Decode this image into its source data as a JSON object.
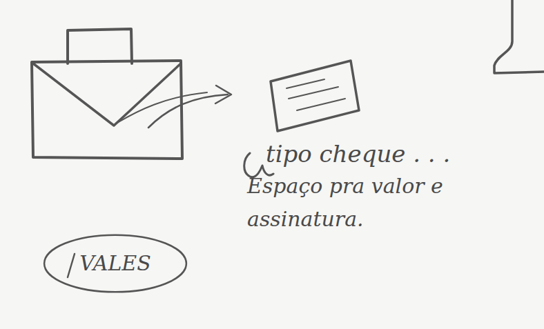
{
  "diagram": {
    "nodes": [
      {
        "text": [
          "VALES"
        ]
      }
    ],
    "labels": [
      "tipo cheque . . .",
      "Espaço pra valor e assinatura."
    ]
  }
}
